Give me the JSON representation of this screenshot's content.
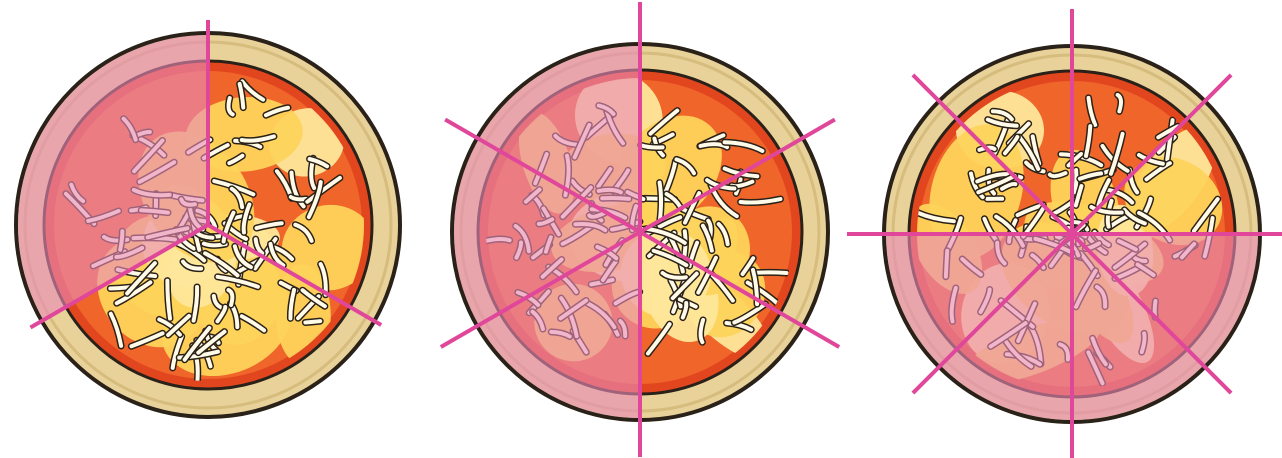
{
  "colors": {
    "crust": "#e8d29a",
    "crust_edge": "#c9ad6a",
    "outline": "#2a2118",
    "sauce": "#f0652a",
    "sauce_dark": "#e2461f",
    "cheese": "#fdd35a",
    "cheese_light": "#fee79a",
    "strand_fill": "#fffbe8",
    "shade": "#e98ab8",
    "cut_line": "#e0479a"
  },
  "pizzas": [
    {
      "slices": 3,
      "shaded_slices": 1,
      "fraction": "1/3"
    },
    {
      "slices": 6,
      "shaded_slices": 3,
      "fraction": "3/6"
    },
    {
      "slices": 8,
      "shaded_slices": 4,
      "fraction": "4/8"
    }
  ]
}
